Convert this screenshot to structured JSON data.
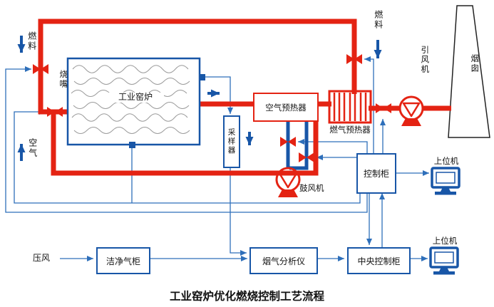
{
  "diagram_title": "工业窑炉优化燃烧控制工艺流程",
  "colors": {
    "pipe_red": "#e42313",
    "pipe_blue": "#1856a7",
    "signal_blue": "#2e6fba",
    "text": "#111111"
  },
  "labels": {
    "fuel_top_left": "燃料",
    "burner": "烧嘴",
    "air": "空气",
    "kiln": "工业窑炉",
    "sampler": "采样器",
    "air_preheater": "空气预热器",
    "gas_preheater": "燃气预热器",
    "fuel_top_right": "燃料",
    "induced_draft_fan": "引风机",
    "chimney": "烟囱",
    "control_cabinet": "控制柜",
    "host_computer_upper": "上位机",
    "host_computer_lower": "上位机",
    "blower": "鼓风机",
    "compressed_air": "压风",
    "clean_gas_cabinet": "洁净气柜",
    "flue_gas_analyzer": "烟气分析仪",
    "central_control_cabinet": "中央控制柜"
  }
}
